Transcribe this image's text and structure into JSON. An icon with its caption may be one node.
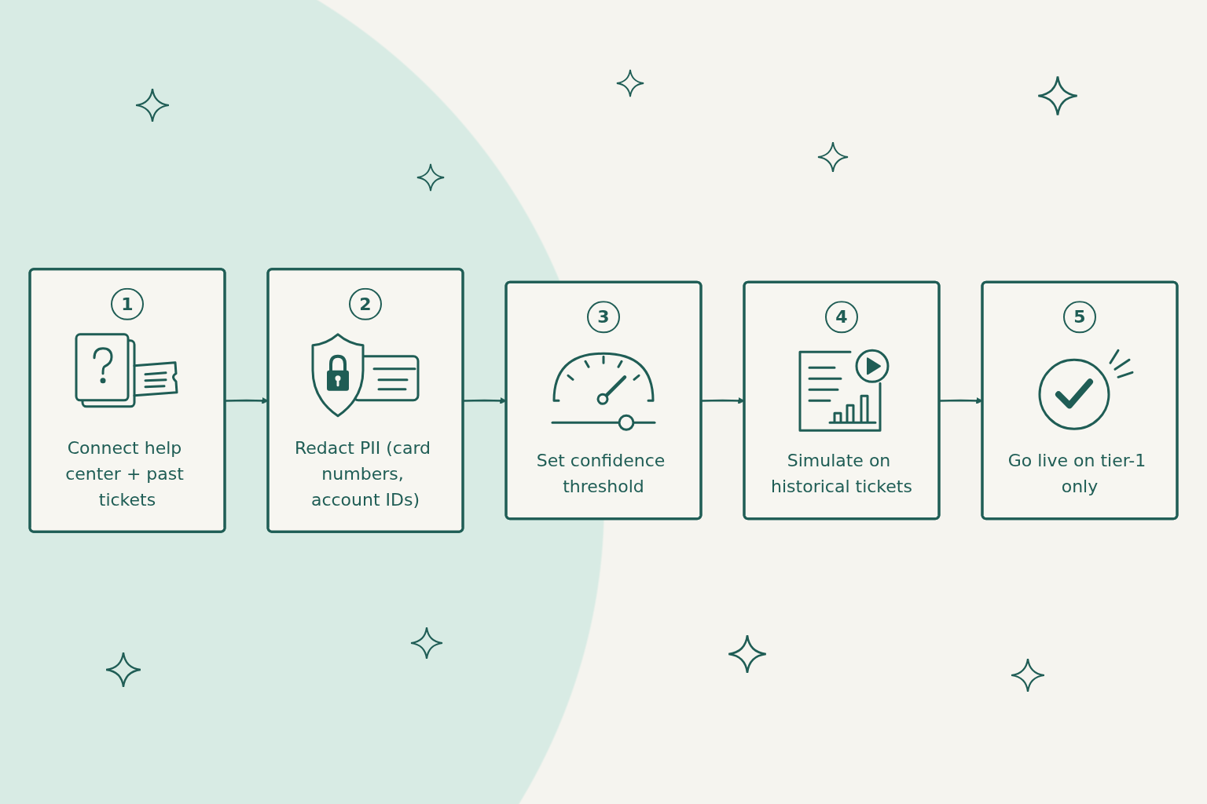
{
  "diagram": {
    "nodes": [
      {
        "text": [
          "1",
          "Connect help center + past tickets"
        ]
      },
      {
        "text": [
          "2",
          "Redact PII (card numbers, account IDs)"
        ]
      },
      {
        "text": [
          "3",
          "Set confidence threshold"
        ]
      },
      {
        "text": [
          "4",
          "Simulate on historical tickets"
        ]
      },
      {
        "text": [
          "5",
          "Go live on tier-1 only"
        ]
      }
    ],
    "edges": [
      {
        "from": 0,
        "to": 1,
        "arrow": "to"
      },
      {
        "from": 1,
        "to": 2,
        "arrow": "to"
      },
      {
        "from": 2,
        "to": 3,
        "arrow": "to"
      },
      {
        "from": 3,
        "to": 4,
        "arrow": "to"
      }
    ]
  }
}
